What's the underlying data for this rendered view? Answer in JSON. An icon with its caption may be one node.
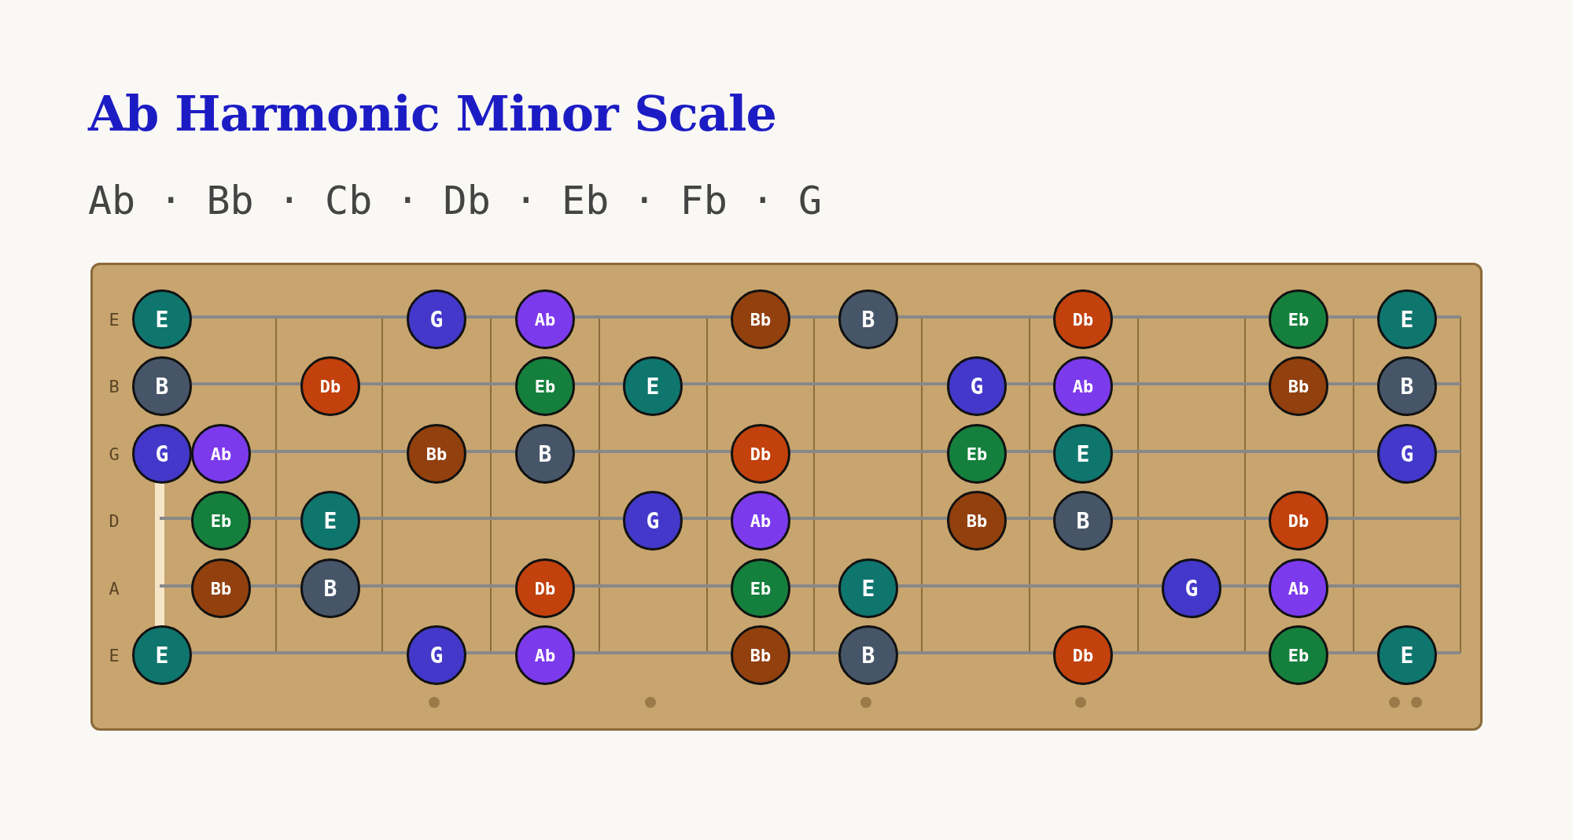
{
  "diagram": {
    "title": "Ab Harmonic Minor Scale",
    "nodes": [
      {
        "text": [
          "E"
        ]
      },
      {
        "text": [
          "G"
        ]
      },
      {
        "text": [
          "Ab"
        ]
      },
      {
        "text": [
          "Bb"
        ]
      },
      {
        "text": [
          "B"
        ]
      },
      {
        "text": [
          "Db"
        ]
      },
      {
        "text": [
          "Eb"
        ]
      },
      {
        "text": [
          "E"
        ]
      },
      {
        "text": [
          "B"
        ]
      },
      {
        "text": [
          "Db"
        ]
      },
      {
        "text": [
          "Eb"
        ]
      },
      {
        "text": [
          "E"
        ]
      },
      {
        "text": [
          "G"
        ]
      },
      {
        "text": [
          "Ab"
        ]
      },
      {
        "text": [
          "Bb"
        ]
      },
      {
        "text": [
          "B"
        ]
      },
      {
        "text": [
          "G"
        ]
      },
      {
        "text": [
          "Ab"
        ]
      },
      {
        "text": [
          "Bb"
        ]
      },
      {
        "text": [
          "B"
        ]
      },
      {
        "text": [
          "Db"
        ]
      },
      {
        "text": [
          "Eb"
        ]
      },
      {
        "text": [
          "E"
        ]
      },
      {
        "text": [
          "G"
        ]
      },
      {
        "text": [
          "Eb"
        ]
      },
      {
        "text": [
          "E"
        ]
      },
      {
        "text": [
          "G"
        ]
      },
      {
        "text": [
          "Ab"
        ]
      },
      {
        "text": [
          "Bb"
        ]
      },
      {
        "text": [
          "B"
        ]
      },
      {
        "text": [
          "Db"
        ]
      },
      {
        "text": [
          "Bb"
        ]
      },
      {
        "text": [
          "B"
        ]
      },
      {
        "text": [
          "Db"
        ]
      },
      {
        "text": [
          "Eb"
        ]
      },
      {
        "text": [
          "E"
        ]
      },
      {
        "text": [
          "G"
        ]
      },
      {
        "text": [
          "Ab"
        ]
      },
      {
        "text": [
          "E"
        ]
      },
      {
        "text": [
          "G"
        ]
      },
      {
        "text": [
          "Ab"
        ]
      },
      {
        "text": [
          "Bb"
        ]
      },
      {
        "text": [
          "B"
        ]
      },
      {
        "text": [
          "Db"
        ]
      },
      {
        "text": [
          "Eb"
        ]
      },
      {
        "text": [
          "E"
        ]
      }
    ],
    "labels": [
      "Ab · Bb · Cb · Db · Eb · Fb · G",
      "E",
      "B",
      "G",
      "D",
      "A",
      "E"
    ]
  }
}
